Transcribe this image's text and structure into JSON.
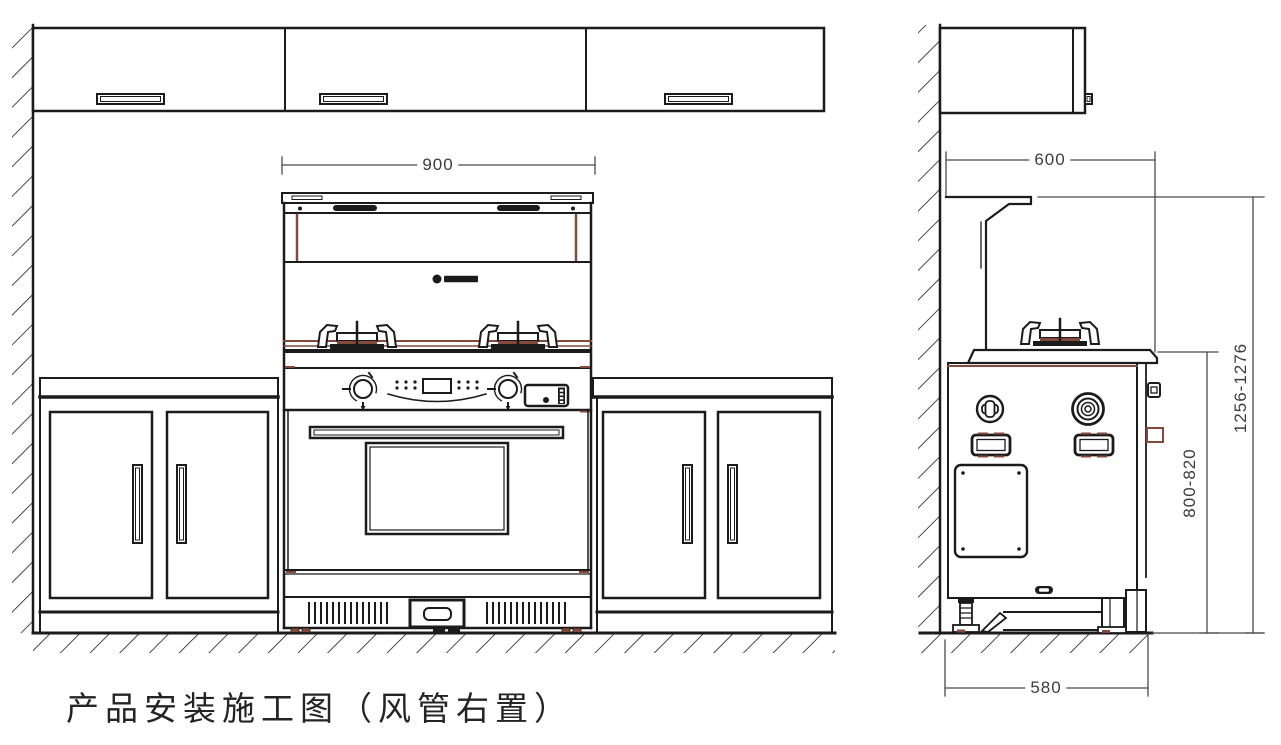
{
  "caption": "产品安装施工图（风管右置）",
  "dimensions": {
    "front_width": "900",
    "side_top_width": "600",
    "side_bottom_width": "580",
    "counter_height_range": "800-820",
    "overall_height_range": "1256-1276"
  },
  "colors": {
    "line": "#1b1b1b",
    "dim_line": "#4a4a4a",
    "accent_brown": "#84493a",
    "background": "#ffffff"
  },
  "icons": {
    "brand_logo": "brand-logo-icon"
  }
}
